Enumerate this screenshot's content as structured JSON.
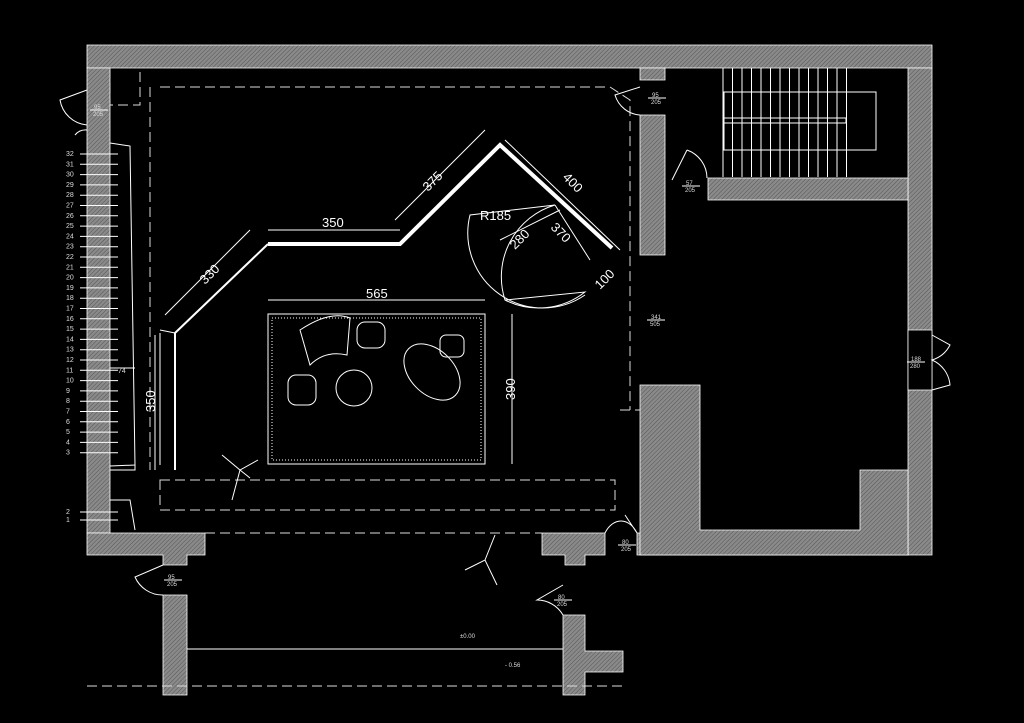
{
  "plan": {
    "dimensions": {
      "wall_375": "375",
      "wall_400": "400",
      "wall_350_top": "350",
      "wall_330": "330",
      "radius": "R185",
      "d280": "280",
      "d370": "370",
      "d100": "100",
      "rug_width": "565",
      "rug_depth": "390",
      "left_350": "350",
      "stair_width": "74"
    },
    "stair_steps": [
      "32",
      "31",
      "30",
      "29",
      "28",
      "27",
      "26",
      "25",
      "24",
      "23",
      "22",
      "21",
      "20",
      "19",
      "18",
      "17",
      "16",
      "15",
      "14",
      "13",
      "12",
      "11",
      "10",
      "9",
      "8",
      "7",
      "6",
      "5",
      "4",
      "3"
    ],
    "stair_steps_lower": [
      "2",
      "1"
    ],
    "openings": {
      "door_top_left": {
        "w": "95",
        "h": "205"
      },
      "door_top_mid": {
        "w": "95",
        "h": "205"
      },
      "door_stair": {
        "w": "57",
        "h": "205"
      },
      "opening_mid": {
        "w": "341",
        "h": "505"
      },
      "door_right": {
        "w": "188",
        "h": "280"
      },
      "door_bottom_mid": {
        "w": "80",
        "h": "205"
      },
      "door_bottom_left": {
        "w": "95",
        "h": "205"
      },
      "door_bottom_right": {
        "w": "80",
        "h": "205"
      }
    },
    "levels": {
      "upper": "±0.00",
      "lower": "- 0.56"
    }
  }
}
